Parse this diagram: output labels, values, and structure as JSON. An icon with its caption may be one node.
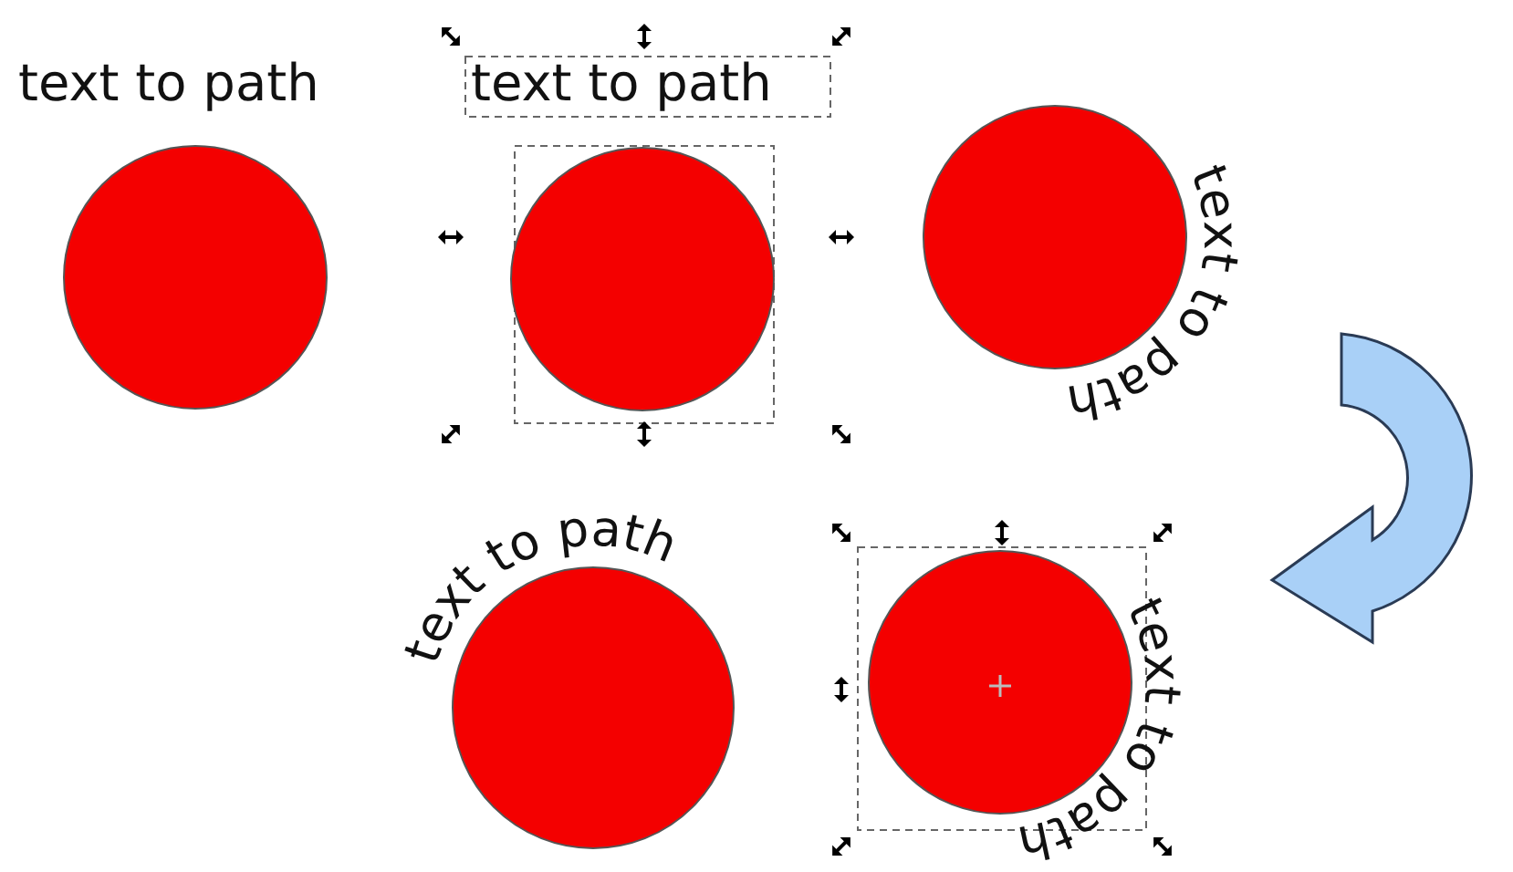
{
  "diagram": {
    "nodes": [
      {
        "text": [],
        "shape": "circle"
      },
      {
        "text": [],
        "shape": "circle"
      },
      {
        "text": [],
        "shape": "circle"
      },
      {
        "text": [],
        "shape": "circle"
      },
      {
        "text": [],
        "shape": "circle"
      }
    ],
    "labels": [
      "text to path",
      "text to path",
      "text to path",
      "text to path",
      "text to path"
    ]
  }
}
